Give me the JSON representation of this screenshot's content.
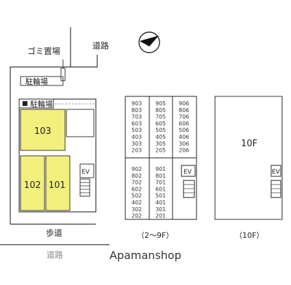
{
  "streets": {
    "road_top": "道路",
    "sidewalk": "歩道",
    "road_bottom": "道路"
  },
  "site": {
    "garbage": "ゴミ置場",
    "bike_parking_1": "駐輪場",
    "bike_parking_2": "駐輪場"
  },
  "ground_floor": {
    "units": [
      "103",
      "102",
      "101"
    ],
    "elevator": "EV"
  },
  "typical_floor": {
    "caption": "（2〜9F）",
    "elevator": "EV",
    "rear_columns": [
      [
        "903",
        "803",
        "703",
        "603",
        "503",
        "403",
        "303",
        "203"
      ],
      [
        "905",
        "805",
        "705",
        "605",
        "505",
        "405",
        "305",
        "205"
      ],
      [
        "906",
        "806",
        "706",
        "606",
        "506",
        "406",
        "306",
        "206"
      ]
    ],
    "front_columns": [
      [
        "902",
        "802",
        "702",
        "602",
        "502",
        "402",
        "302",
        "202"
      ],
      [
        "901",
        "801",
        "701",
        "601",
        "501",
        "401",
        "301",
        "201"
      ]
    ]
  },
  "top_floor": {
    "caption": "（10F）",
    "room": "10F",
    "elevator": "EV"
  },
  "watermark": "Apamanshop",
  "colors": {
    "unit_fill": "#f3ef7c",
    "line": "#333333",
    "dash": "#999999"
  }
}
